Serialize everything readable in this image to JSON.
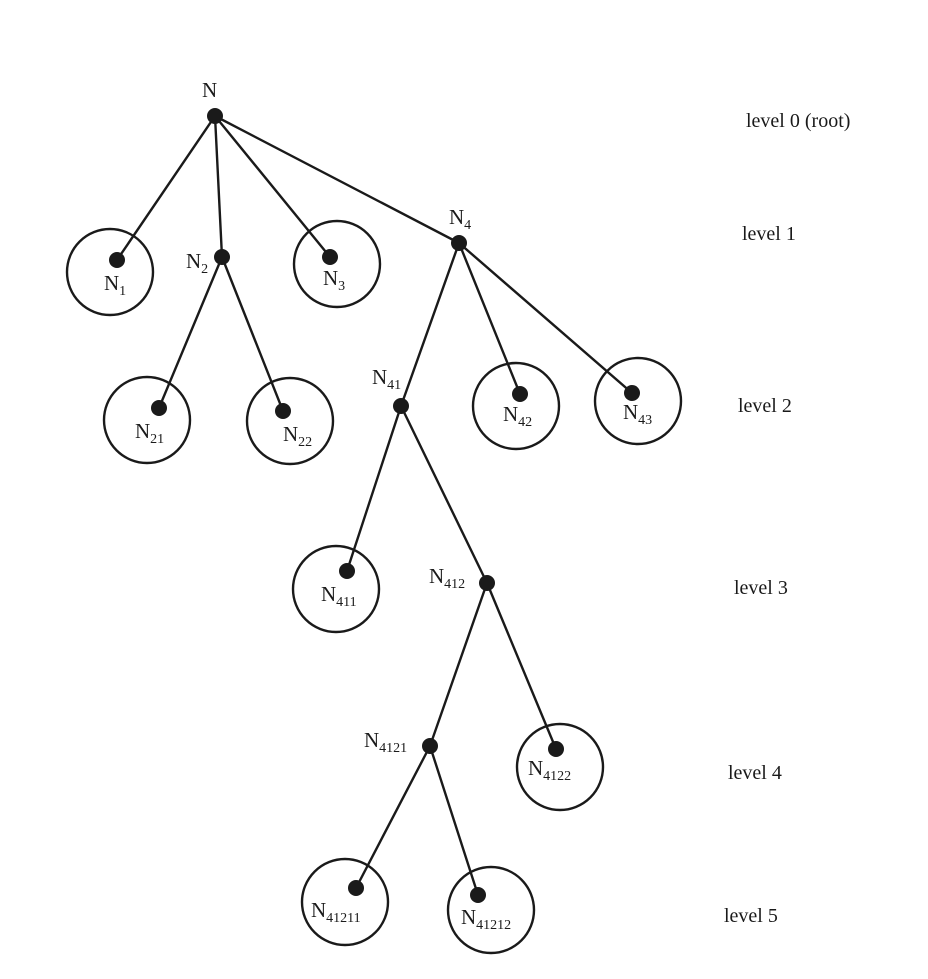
{
  "nodes": {
    "N": {
      "base": "N",
      "sub": ""
    },
    "N1": {
      "base": "N",
      "sub": "1"
    },
    "N2": {
      "base": "N",
      "sub": "2"
    },
    "N3": {
      "base": "N",
      "sub": "3"
    },
    "N4": {
      "base": "N",
      "sub": "4"
    },
    "N21": {
      "base": "N",
      "sub": "21"
    },
    "N22": {
      "base": "N",
      "sub": "22"
    },
    "N41": {
      "base": "N",
      "sub": "41"
    },
    "N42": {
      "base": "N",
      "sub": "42"
    },
    "N43": {
      "base": "N",
      "sub": "43"
    },
    "N411": {
      "base": "N",
      "sub": "411"
    },
    "N412": {
      "base": "N",
      "sub": "412"
    },
    "N4121": {
      "base": "N",
      "sub": "4121"
    },
    "N4122": {
      "base": "N",
      "sub": "4122"
    },
    "N41211": {
      "base": "N",
      "sub": "41211"
    },
    "N41212": {
      "base": "N",
      "sub": "41212"
    }
  },
  "edges": [
    [
      "N",
      "N1"
    ],
    [
      "N",
      "N2"
    ],
    [
      "N",
      "N3"
    ],
    [
      "N",
      "N4"
    ],
    [
      "N2",
      "N21"
    ],
    [
      "N2",
      "N22"
    ],
    [
      "N4",
      "N41"
    ],
    [
      "N4",
      "N42"
    ],
    [
      "N4",
      "N43"
    ],
    [
      "N41",
      "N411"
    ],
    [
      "N41",
      "N412"
    ],
    [
      "N412",
      "N4121"
    ],
    [
      "N412",
      "N4122"
    ],
    [
      "N4121",
      "N41211"
    ],
    [
      "N4121",
      "N41212"
    ]
  ],
  "leaves": [
    "N1",
    "N3",
    "N21",
    "N22",
    "N42",
    "N43",
    "N411",
    "N4122",
    "N41211",
    "N41212"
  ],
  "levels": {
    "level0": "level 0 (root)",
    "level1": "level 1",
    "level2": "level 2",
    "level3": "level 3",
    "level4": "level 4",
    "level5": "level 5"
  }
}
